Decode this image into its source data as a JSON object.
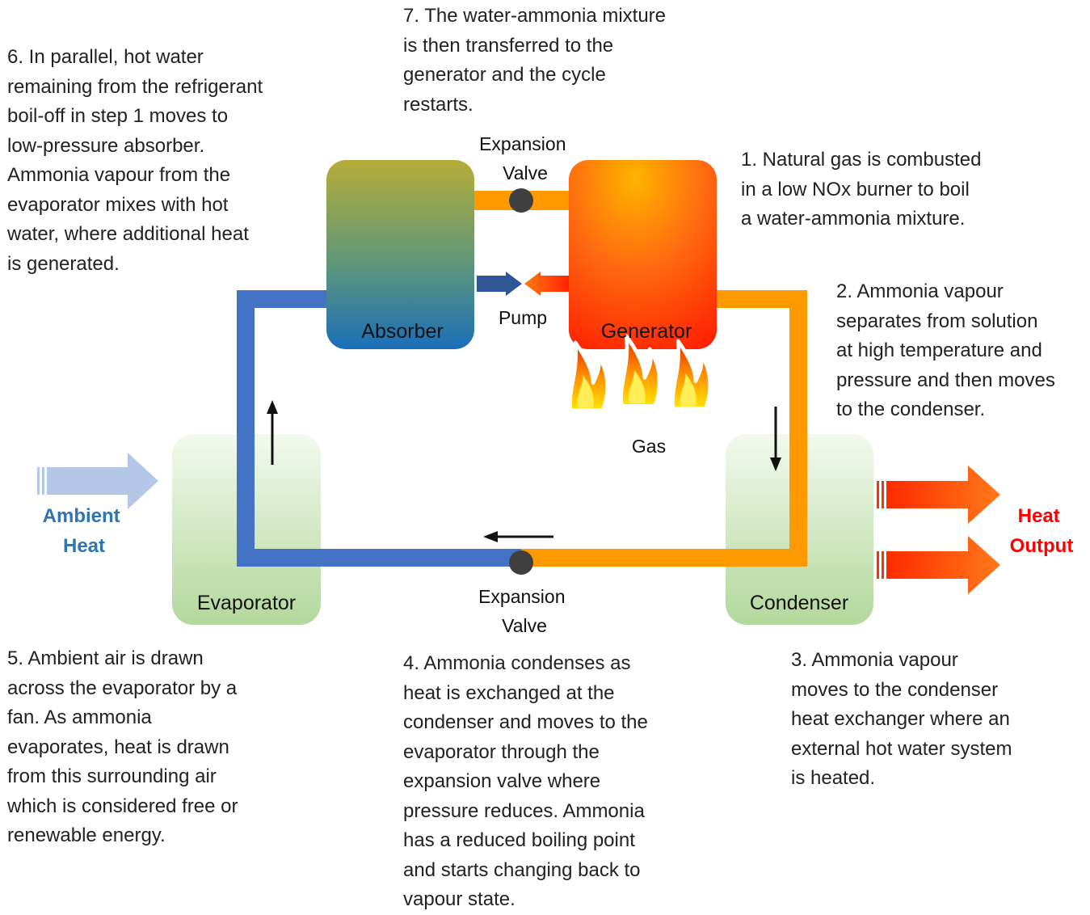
{
  "colors": {
    "cold_pipe": "#4472c4",
    "hot_pipe": "#ff9900",
    "ambient": "#2e75b6",
    "heat_output": "#ff0000",
    "coil_green": "#b7dba0"
  },
  "components": {
    "absorber": "Absorber",
    "generator": "Generator",
    "evaporator": "Evaporator",
    "condenser": "Condenser",
    "pump": "Pump",
    "gas": "Gas",
    "valve_top": [
      "Expansion",
      "Valve"
    ],
    "valve_bottom": [
      "Expansion",
      "Valve"
    ]
  },
  "inputs": {
    "ambient_heat": [
      "Ambient",
      "Heat"
    ],
    "heat_output": [
      "Heat",
      "Output"
    ]
  },
  "steps": {
    "step1": "1. Natural gas is combusted\nin a low NOx burner to boil\na water-ammonia mixture.",
    "step2": "2. Ammonia vapour\nseparates from solution\nat high temperature and\npressure and then moves\nto the condenser.",
    "step3": "3. Ammonia vapour\nmoves to the condenser\nheat exchanger where an\nexternal hot water system\nis heated.",
    "step4": "4. Ammonia condenses as\nheat is exchanged at the\ncondenser and moves to the\nevaporator through the\nexpansion valve where\npressure reduces. Ammonia\nhas a reduced boiling point\nand starts changing back to\nvapour state.",
    "step5": "5. Ambient air is drawn\nacross the evaporator by a\nfan. As ammonia\nevaporates, heat is drawn\nfrom this surrounding air\nwhich is considered free or\nrenewable energy.",
    "step6": "6. In parallel, hot water\nremaining from the refrigerant\nboil-off in step 1 moves to\nlow-pressure absorber.\nAmmonia vapour from the\nevaporator mixes with hot\nwater, where additional heat\nis generated.",
    "step7": "7. The water-ammonia mixture\nis then transferred to the\ngenerator and the cycle\nrestarts."
  }
}
